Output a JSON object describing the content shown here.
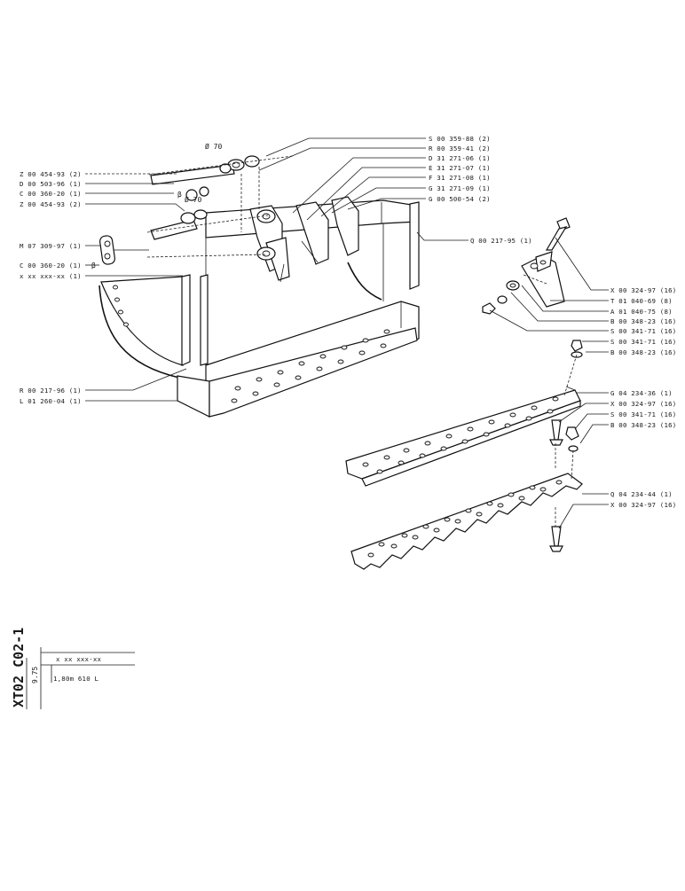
{
  "diameters": {
    "upper": "Ø 70",
    "lower": "Ø 70",
    "beta_upper": "β",
    "beta_lower": "β"
  },
  "left_labels": [
    "Z 00 454-93 (2)",
    "D 00 503-96 (1)",
    "C 00 360-20 (1)",
    "Z 00 454-93 (2)",
    "M 07 309-97 (1)",
    "C 00 360-20 (1)",
    "x xx xxx-xx (1)",
    "R 00 217-96 (1)",
    "L 01 260-04 (1)"
  ],
  "top_right_labels": [
    "S 00 359-88 (2)",
    "R 00 359-41 (2)",
    "D 31 271-06 (1)",
    "E 31 271-07 (1)",
    "F 31 271-08 (1)",
    "G 31 271-09 (1)",
    "G 00 500-54 (2)",
    "Q 00 217-95 (1)"
  ],
  "right_labels": [
    "X 00 324-97 (16)",
    "T 01 040-69 (8)",
    "A 01 040-75 (8)",
    "B 00 348-23 (16)",
    "S 00 341-71 (16)",
    "S 00 341-71 (16)",
    "B 00 348-23 (16)",
    "G 04 234-36 (1)",
    "X 00 324-97 (16)",
    "S 00 341-71 (16)",
    "B 00 348-23 (16)",
    "Q 04 234-44 (1)",
    "X 00 324-97 (16)"
  ],
  "title_block": {
    "drawing_number": "XT02 C02-1",
    "revision": "9.75",
    "ref_number": "x xx xxx-xx",
    "description": "1,80m 610 L"
  }
}
